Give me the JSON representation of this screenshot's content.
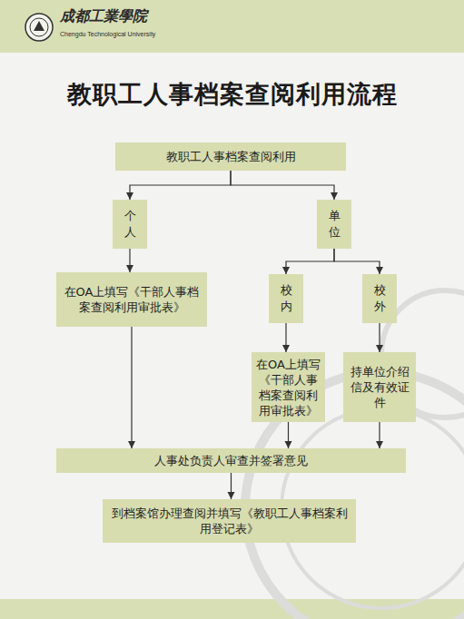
{
  "diagram": {
    "title": "教职工人事档案查阅利用流程",
    "nodes": [
      {
        "text": [
          "教职工人事档案查阅利用"
        ]
      },
      {
        "text": [
          "个人"
        ]
      },
      {
        "text": [
          "单位"
        ]
      },
      {
        "text": [
          "在OA上填写《干部人事档案查阅利用审批表》"
        ]
      },
      {
        "text": [
          "校内"
        ]
      },
      {
        "text": [
          "校外"
        ]
      },
      {
        "text": [
          "在OA上填写《干部人事档案查阅利用审批表》"
        ]
      },
      {
        "text": [
          "持单位介绍信及有效证件"
        ]
      },
      {
        "text": [
          "人事处负责人审查并签署意见"
        ]
      },
      {
        "text": [
          "到档案馆办理查阅并填写《教职工人事档案利用登记表》"
        ]
      }
    ],
    "edges": [
      {
        "from": 0,
        "to": 1,
        "arrow": "to"
      },
      {
        "from": 0,
        "to": 2,
        "arrow": "to"
      },
      {
        "from": 1,
        "to": 3,
        "arrow": "to"
      },
      {
        "from": 2,
        "to": 4,
        "arrow": "to"
      },
      {
        "from": 2,
        "to": 5,
        "arrow": "to"
      },
      {
        "from": 4,
        "to": 6,
        "arrow": "to"
      },
      {
        "from": 5,
        "to": 7,
        "arrow": "to"
      },
      {
        "from": 3,
        "to": 8,
        "arrow": "to"
      },
      {
        "from": 6,
        "to": 8,
        "arrow": "to"
      },
      {
        "from": 7,
        "to": 8,
        "arrow": "to"
      },
      {
        "from": 8,
        "to": 9,
        "arrow": "to"
      }
    ],
    "labels": [
      "成都工業學院",
      "Chengdu Technological University"
    ]
  }
}
